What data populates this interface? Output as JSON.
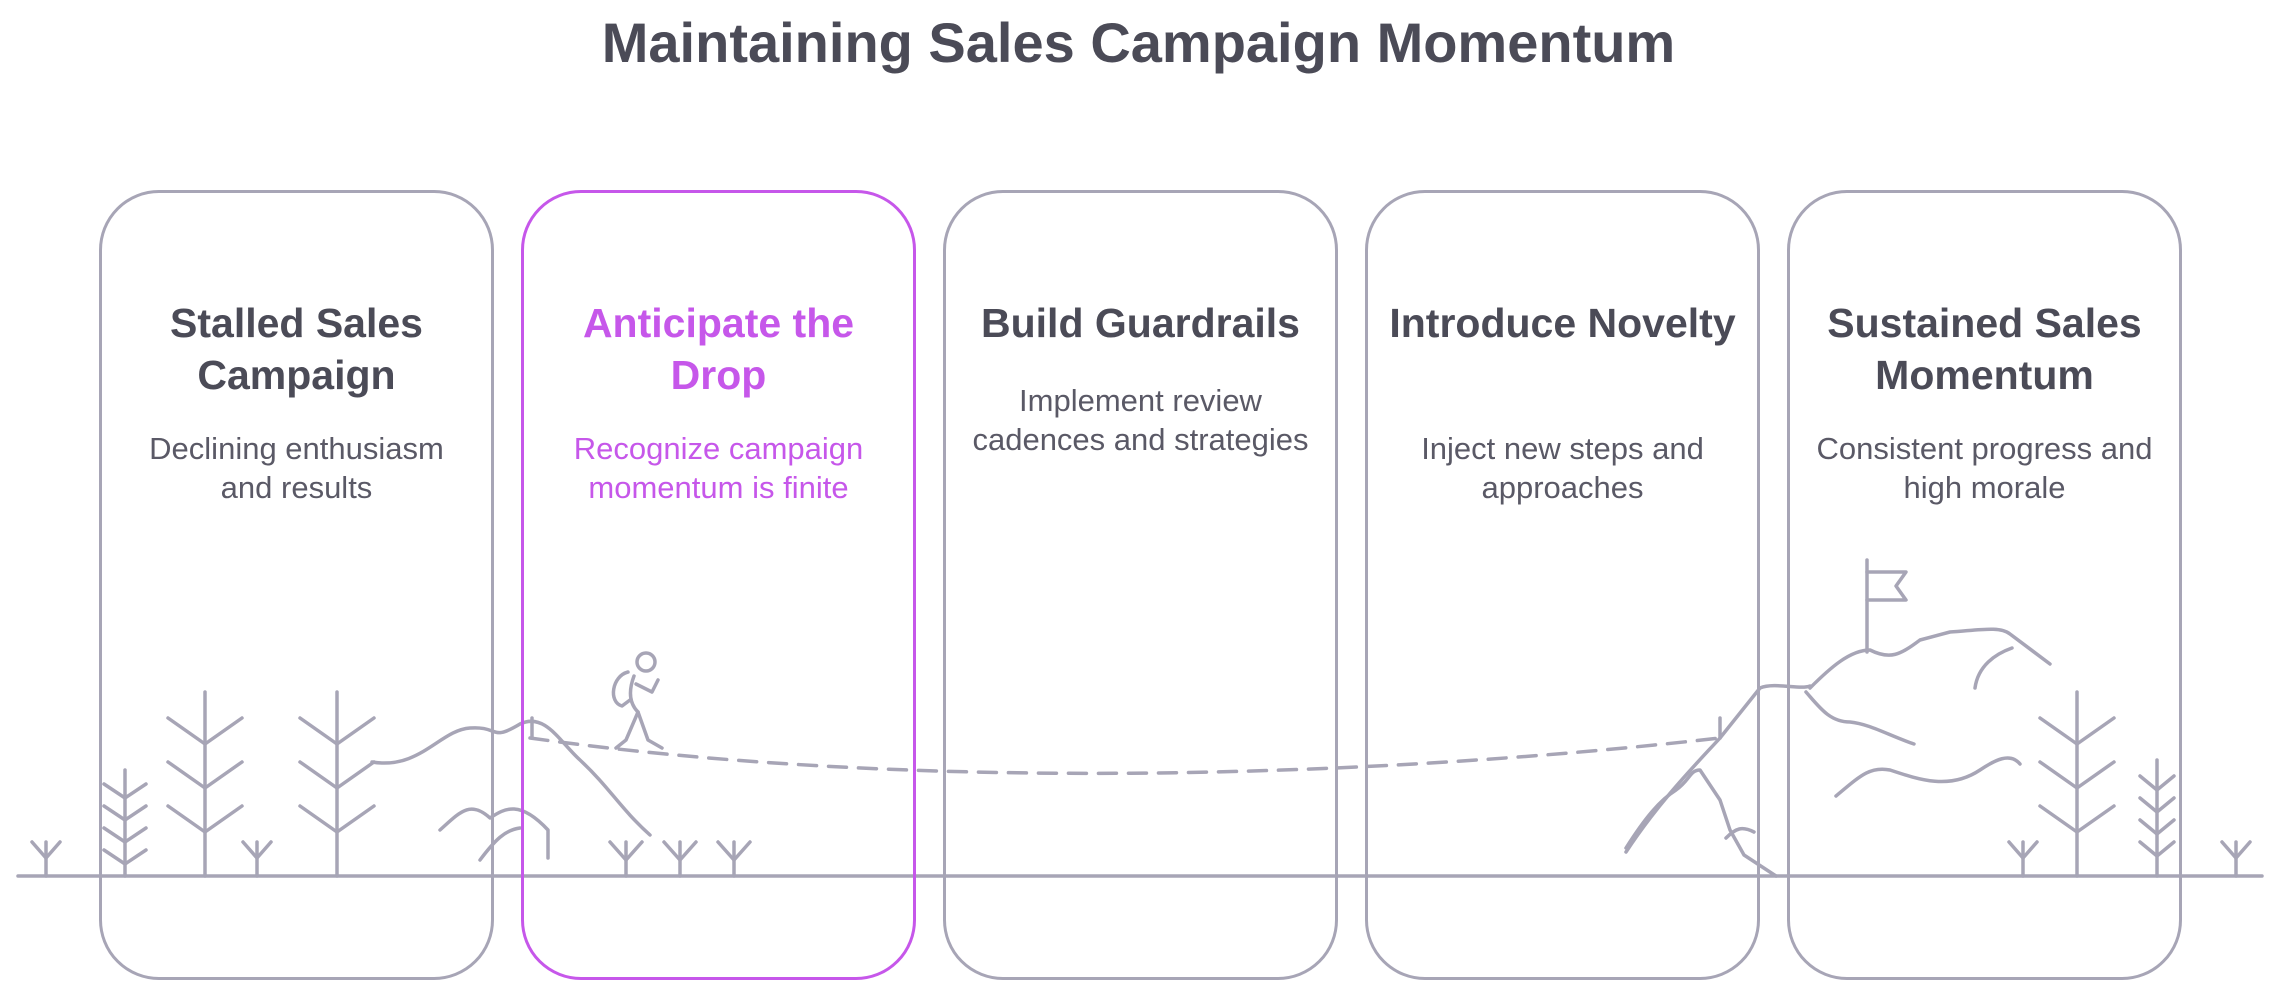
{
  "title": "Maintaining Sales Campaign Momentum",
  "colors": {
    "stroke": "#a7a5b6",
    "text": "#4b4b57",
    "accent": "#c657ea"
  },
  "cards": [
    {
      "title": "Stalled Sales Campaign",
      "description": "Declining enthusiasm and results",
      "highlighted": false
    },
    {
      "title": "Anticipate the Drop",
      "description": "Recognize campaign momentum is finite",
      "highlighted": true
    },
    {
      "title": "Build Guardrails",
      "description": "Implement review cadences and strategies",
      "highlighted": false
    },
    {
      "title": "Introduce Novelty",
      "description": "Inject new steps and approaches",
      "highlighted": false
    },
    {
      "title": "Sustained Sales Momentum",
      "description": "Consistent progress and high morale",
      "highlighted": false
    }
  ],
  "illustration": {
    "icons": [
      "pine-tree-icon",
      "grass-sprout-icon",
      "hill-icon",
      "hiker-icon",
      "mountain-peak-icon",
      "summit-flag-icon"
    ]
  }
}
